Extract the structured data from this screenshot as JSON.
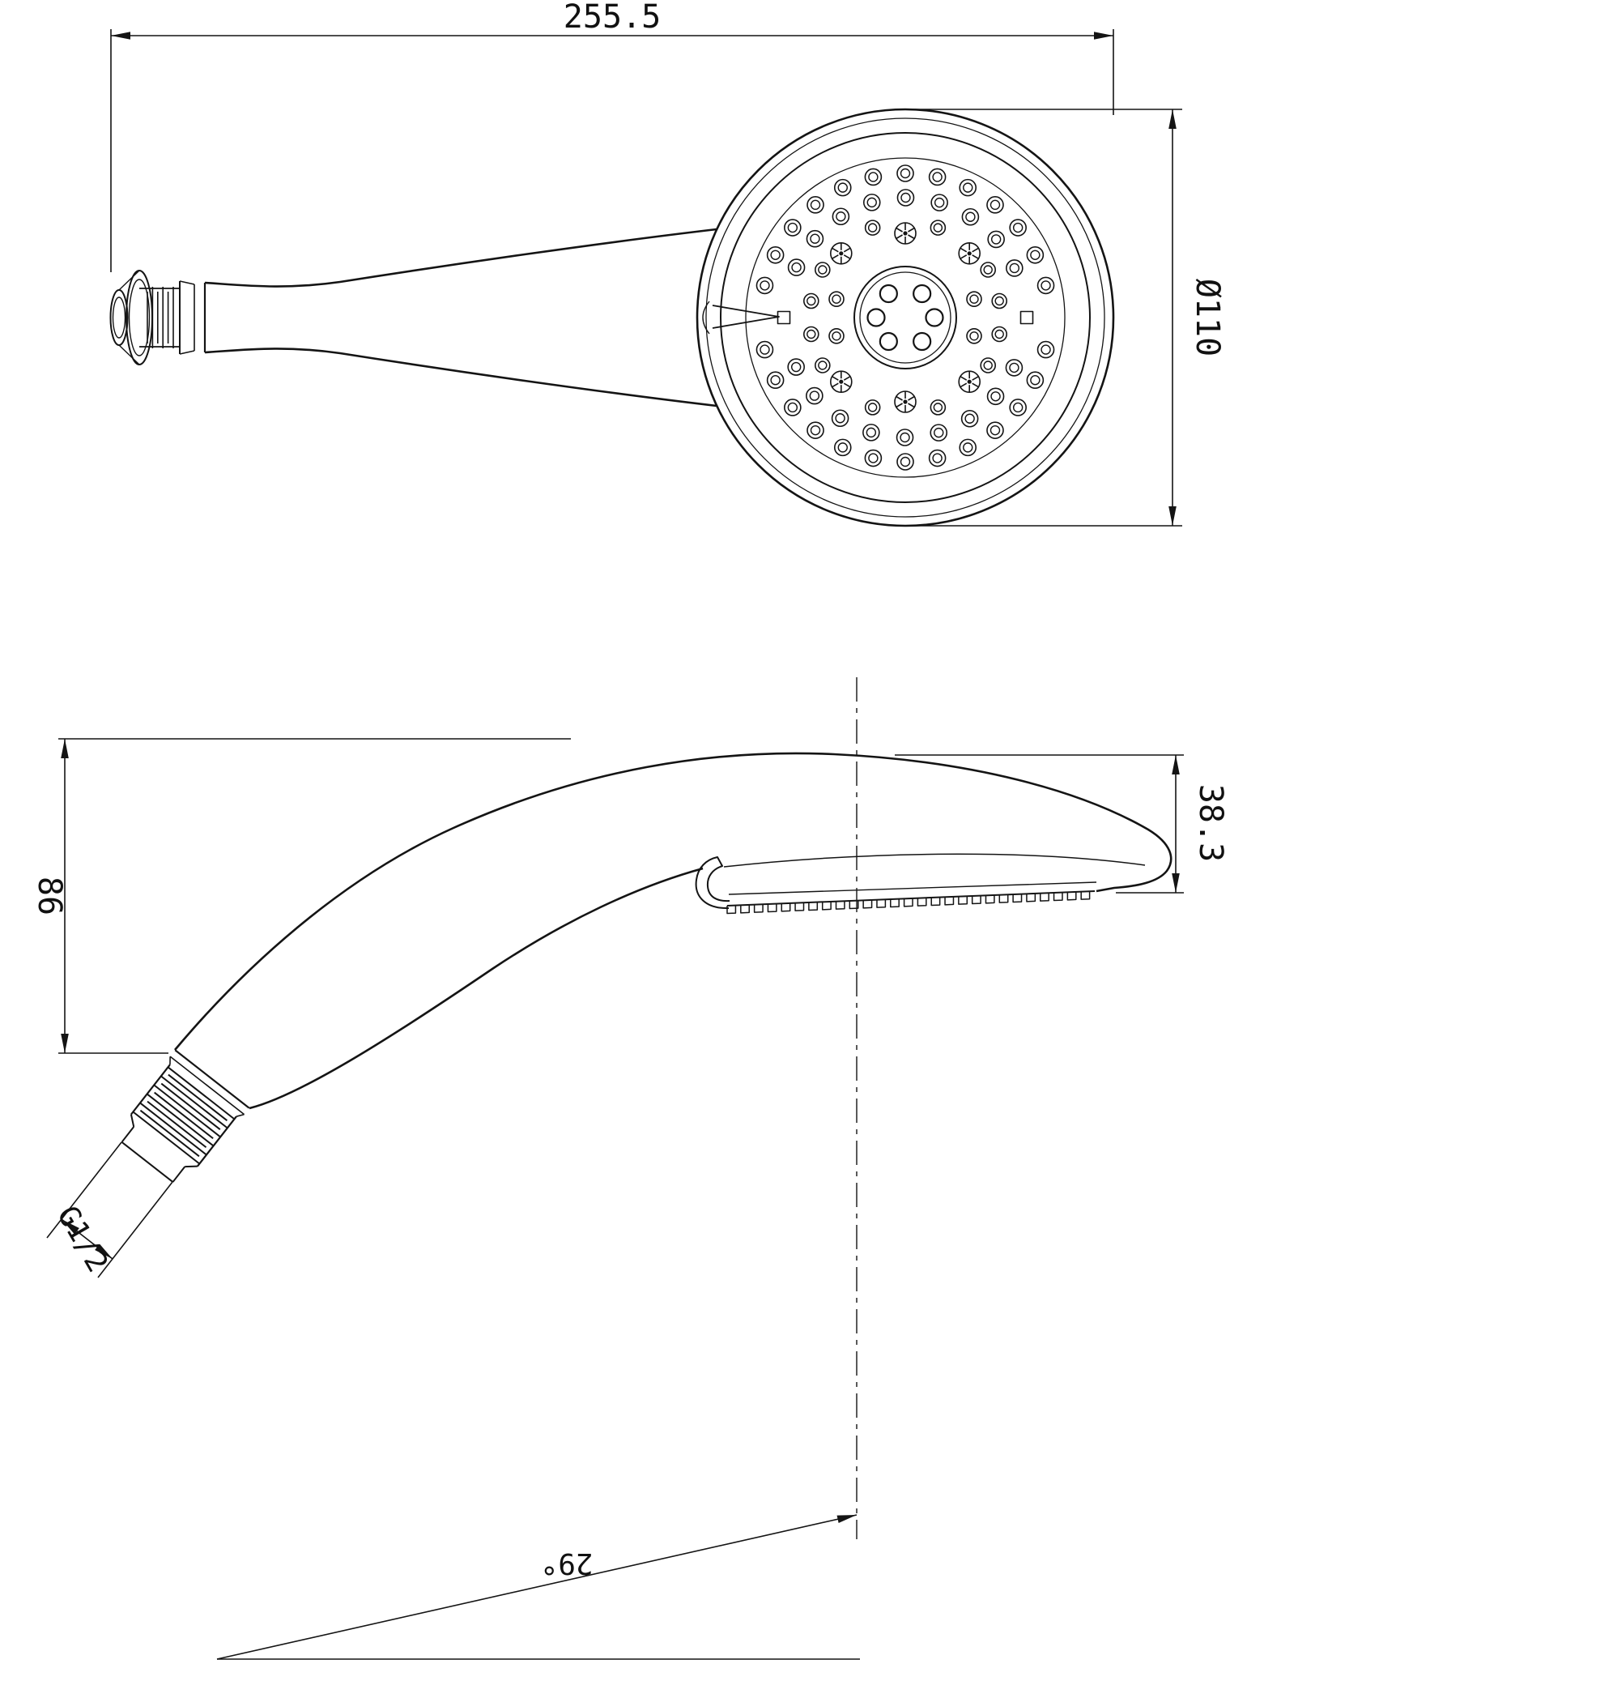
{
  "dimensions": {
    "overall_length": "255.5",
    "head_diameter": "Ø110",
    "head_thickness": "38.3",
    "handle_height": "86",
    "thread_size": "G1/2",
    "handle_angle": "29°"
  }
}
